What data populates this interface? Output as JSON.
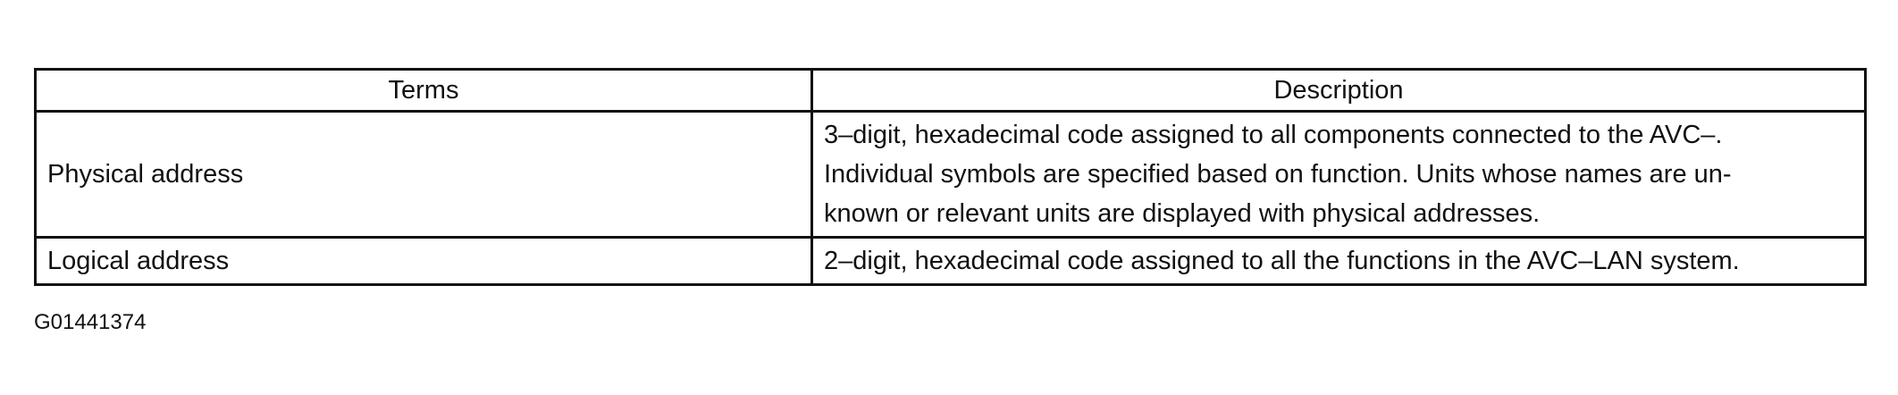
{
  "table": {
    "headers": [
      "Terms",
      "Description"
    ],
    "rows": [
      {
        "term": "Physical address",
        "description_lines": [
          "3–digit, hexadecimal code assigned to all components connected to the AVC–.",
          "Individual symbols are specified based on function. Units whose names are un-",
          "known or relevant units are displayed with physical addresses."
        ]
      },
      {
        "term": "Logical address",
        "description_lines": [
          "2–digit, hexadecimal code assigned to all the functions in the AVC–LAN system."
        ]
      }
    ]
  },
  "figure_id": "G01441374"
}
